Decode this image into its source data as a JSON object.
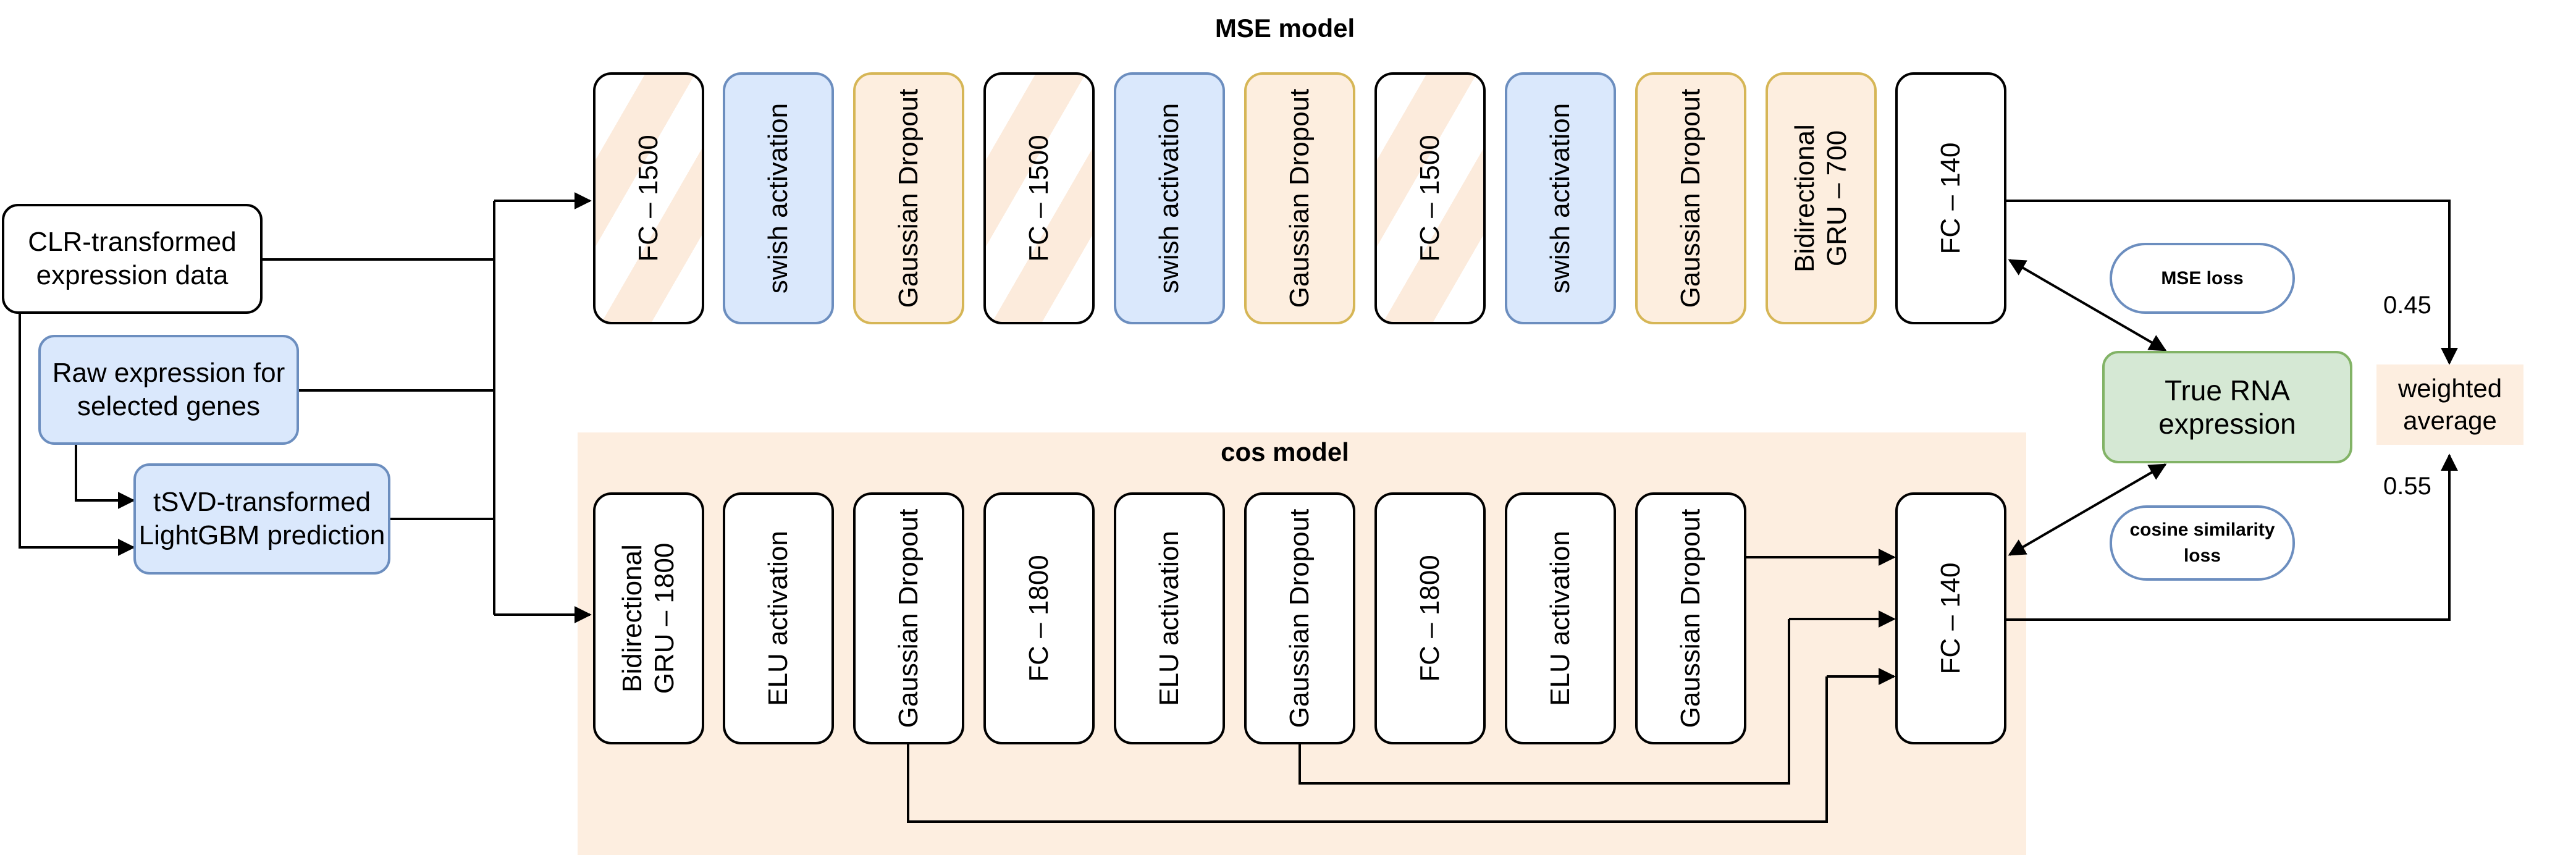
{
  "mse_model": {
    "title": "MSE model",
    "layers": [
      {
        "label": "FC – 1500",
        "style": "hatch"
      },
      {
        "label": "swish activation",
        "style": "blue"
      },
      {
        "label": "Gaussian Dropout",
        "style": "orange"
      },
      {
        "label": "FC – 1500",
        "style": "hatch"
      },
      {
        "label": "swish activation",
        "style": "blue"
      },
      {
        "label": "Gaussian Dropout",
        "style": "orange"
      },
      {
        "label": "FC – 1500",
        "style": "hatch"
      },
      {
        "label": "swish activation",
        "style": "blue"
      },
      {
        "label": "Gaussian Dropout",
        "style": "orange"
      },
      {
        "label": "Bidirectional\nGRU – 700",
        "style": "orange"
      },
      {
        "label": "FC – 140",
        "style": "white"
      }
    ]
  },
  "cos_model": {
    "title": "cos model",
    "layers": [
      {
        "label": "Bidirectional\nGRU – 1800",
        "style": "white"
      },
      {
        "label": "ELU activation",
        "style": "white"
      },
      {
        "label": "Gaussian Dropout",
        "style": "white"
      },
      {
        "label": "FC – 1800",
        "style": "white"
      },
      {
        "label": "ELU activation",
        "style": "white"
      },
      {
        "label": "Gaussian Dropout",
        "style": "white"
      },
      {
        "label": "FC – 1800",
        "style": "white"
      },
      {
        "label": "ELU activation",
        "style": "white"
      },
      {
        "label": "Gaussian Dropout",
        "style": "white"
      },
      {
        "label": "FC – 140",
        "style": "white"
      }
    ]
  },
  "inputs": {
    "clr": "CLR-transformed\nexpression data",
    "raw": "Raw expression for\nselected genes",
    "tsvd": "tSVD-transformed\nLightGBM prediction"
  },
  "target": "True RNA\nexpression",
  "losses": {
    "mse": "MSE loss",
    "cos": "cosine similarity\nloss"
  },
  "output": {
    "label": "weighted\naverage",
    "weight_mse": "0.45",
    "weight_cos": "0.55"
  },
  "colors": {
    "blue_fill": "#dae8fc",
    "blue_stroke": "#6c8ebf",
    "orange_fill": "#fdeedf",
    "orange_stroke": "#d6b656",
    "green_fill": "#d5e8d4",
    "green_stroke": "#82b366",
    "panel": "#fdeee0"
  }
}
